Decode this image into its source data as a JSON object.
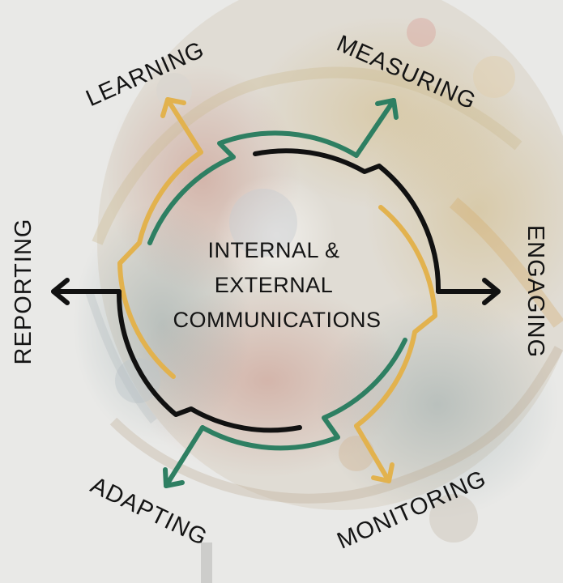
{
  "center": {
    "line1": "INTERNAL &",
    "line2": "EXTERNAL",
    "line3": "COMMUNICATIONS"
  },
  "labels": {
    "learning": "LEARNING",
    "measuring": "MEASURING",
    "engaging": "ENGAGING",
    "monitoring": "MONITORING",
    "adapting": "ADAPTING",
    "reporting": "REPORTING"
  },
  "colors": {
    "green": "#2e7f62",
    "gold": "#e2b24e",
    "black": "#111111",
    "background": "#e9e9e7"
  },
  "background_image": "surreal colorful swirl head artwork (faded)"
}
